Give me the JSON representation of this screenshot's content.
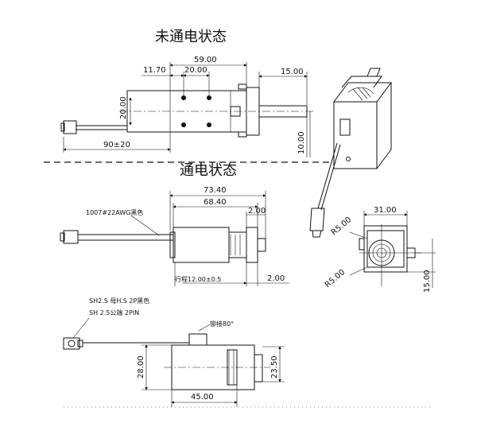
{
  "titles": {
    "unpowered": "未通电状态",
    "powered": "通电状态"
  },
  "top_view": {
    "dim_59": "59.00",
    "dim_11_7": "11.70",
    "dim_20_top": "20.00",
    "dim_15": "15.00",
    "dim_20_left": "20.00",
    "dim_90": "90±20",
    "dim_10": "10.00"
  },
  "mid_view": {
    "dim_73_4": "73.40",
    "dim_68_4": "68.40",
    "wire_label": "1007#22AWG黑色",
    "dim_2_top": "2.00",
    "stroke_label": "行程12.00±0.5",
    "dim_2_bottom": "2.00"
  },
  "side_view": {
    "dim_31": "31.00",
    "r_top": "R5.00",
    "r_bottom": "R5.00",
    "dim_15_side": "15.00"
  },
  "bottom_view": {
    "connector_line1": "SH2.5 母H.S 2P黑色",
    "connector_line2": "SH 2.5公端 2PIN",
    "rivet_label": "铆接80°",
    "dim_28": "28.00",
    "dim_23_5": "23.50",
    "dim_45": "45.00"
  }
}
